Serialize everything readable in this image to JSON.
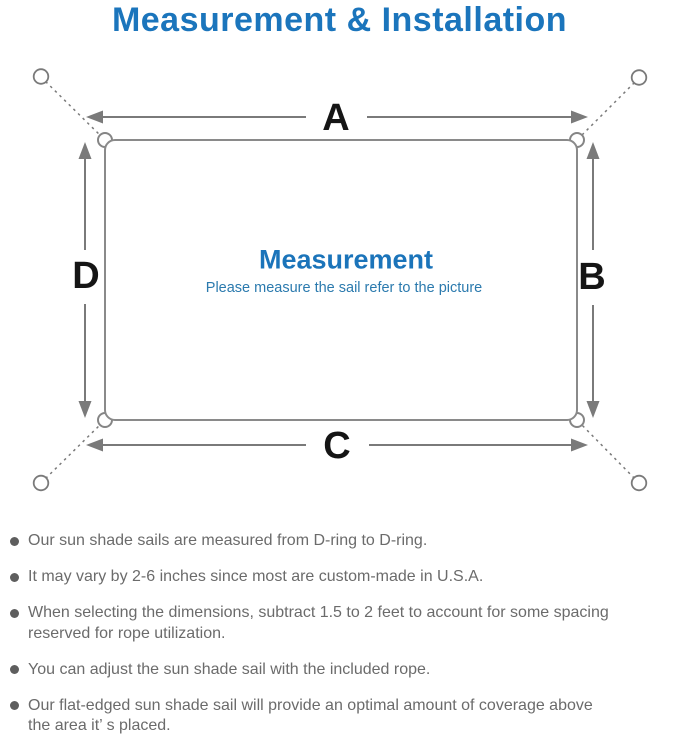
{
  "title": "Measurement & Installation",
  "diagram": {
    "side_labels": {
      "top": "A",
      "right": "B",
      "bottom": "C",
      "left": "D"
    },
    "center_heading": "Measurement",
    "center_subtitle": "Please measure the sail refer to the picture",
    "colors": {
      "title_blue": "#1B75BC",
      "heading_blue": "#1B74BA",
      "subtitle_blue": "#2B7AAE",
      "line_gray": "#7A7A7A",
      "note_text_gray": "#6B6B6B"
    }
  },
  "notes": [
    {
      "text": "Our sun shade sails are measured from D-ring to D-ring."
    },
    {
      "text": "It may vary by 2-6 inches since most are custom-made in U.S.A."
    },
    {
      "text": "When selecting the dimensions, subtract 1.5 to 2 feet to account for some spacing\nreserved for rope utilization."
    },
    {
      "text": "You can adjust the sun shade sail with the included rope."
    },
    {
      "text": "Our flat-edged sun shade sail will provide an optimal amount of coverage above\nthe area it’ s placed."
    }
  ]
}
